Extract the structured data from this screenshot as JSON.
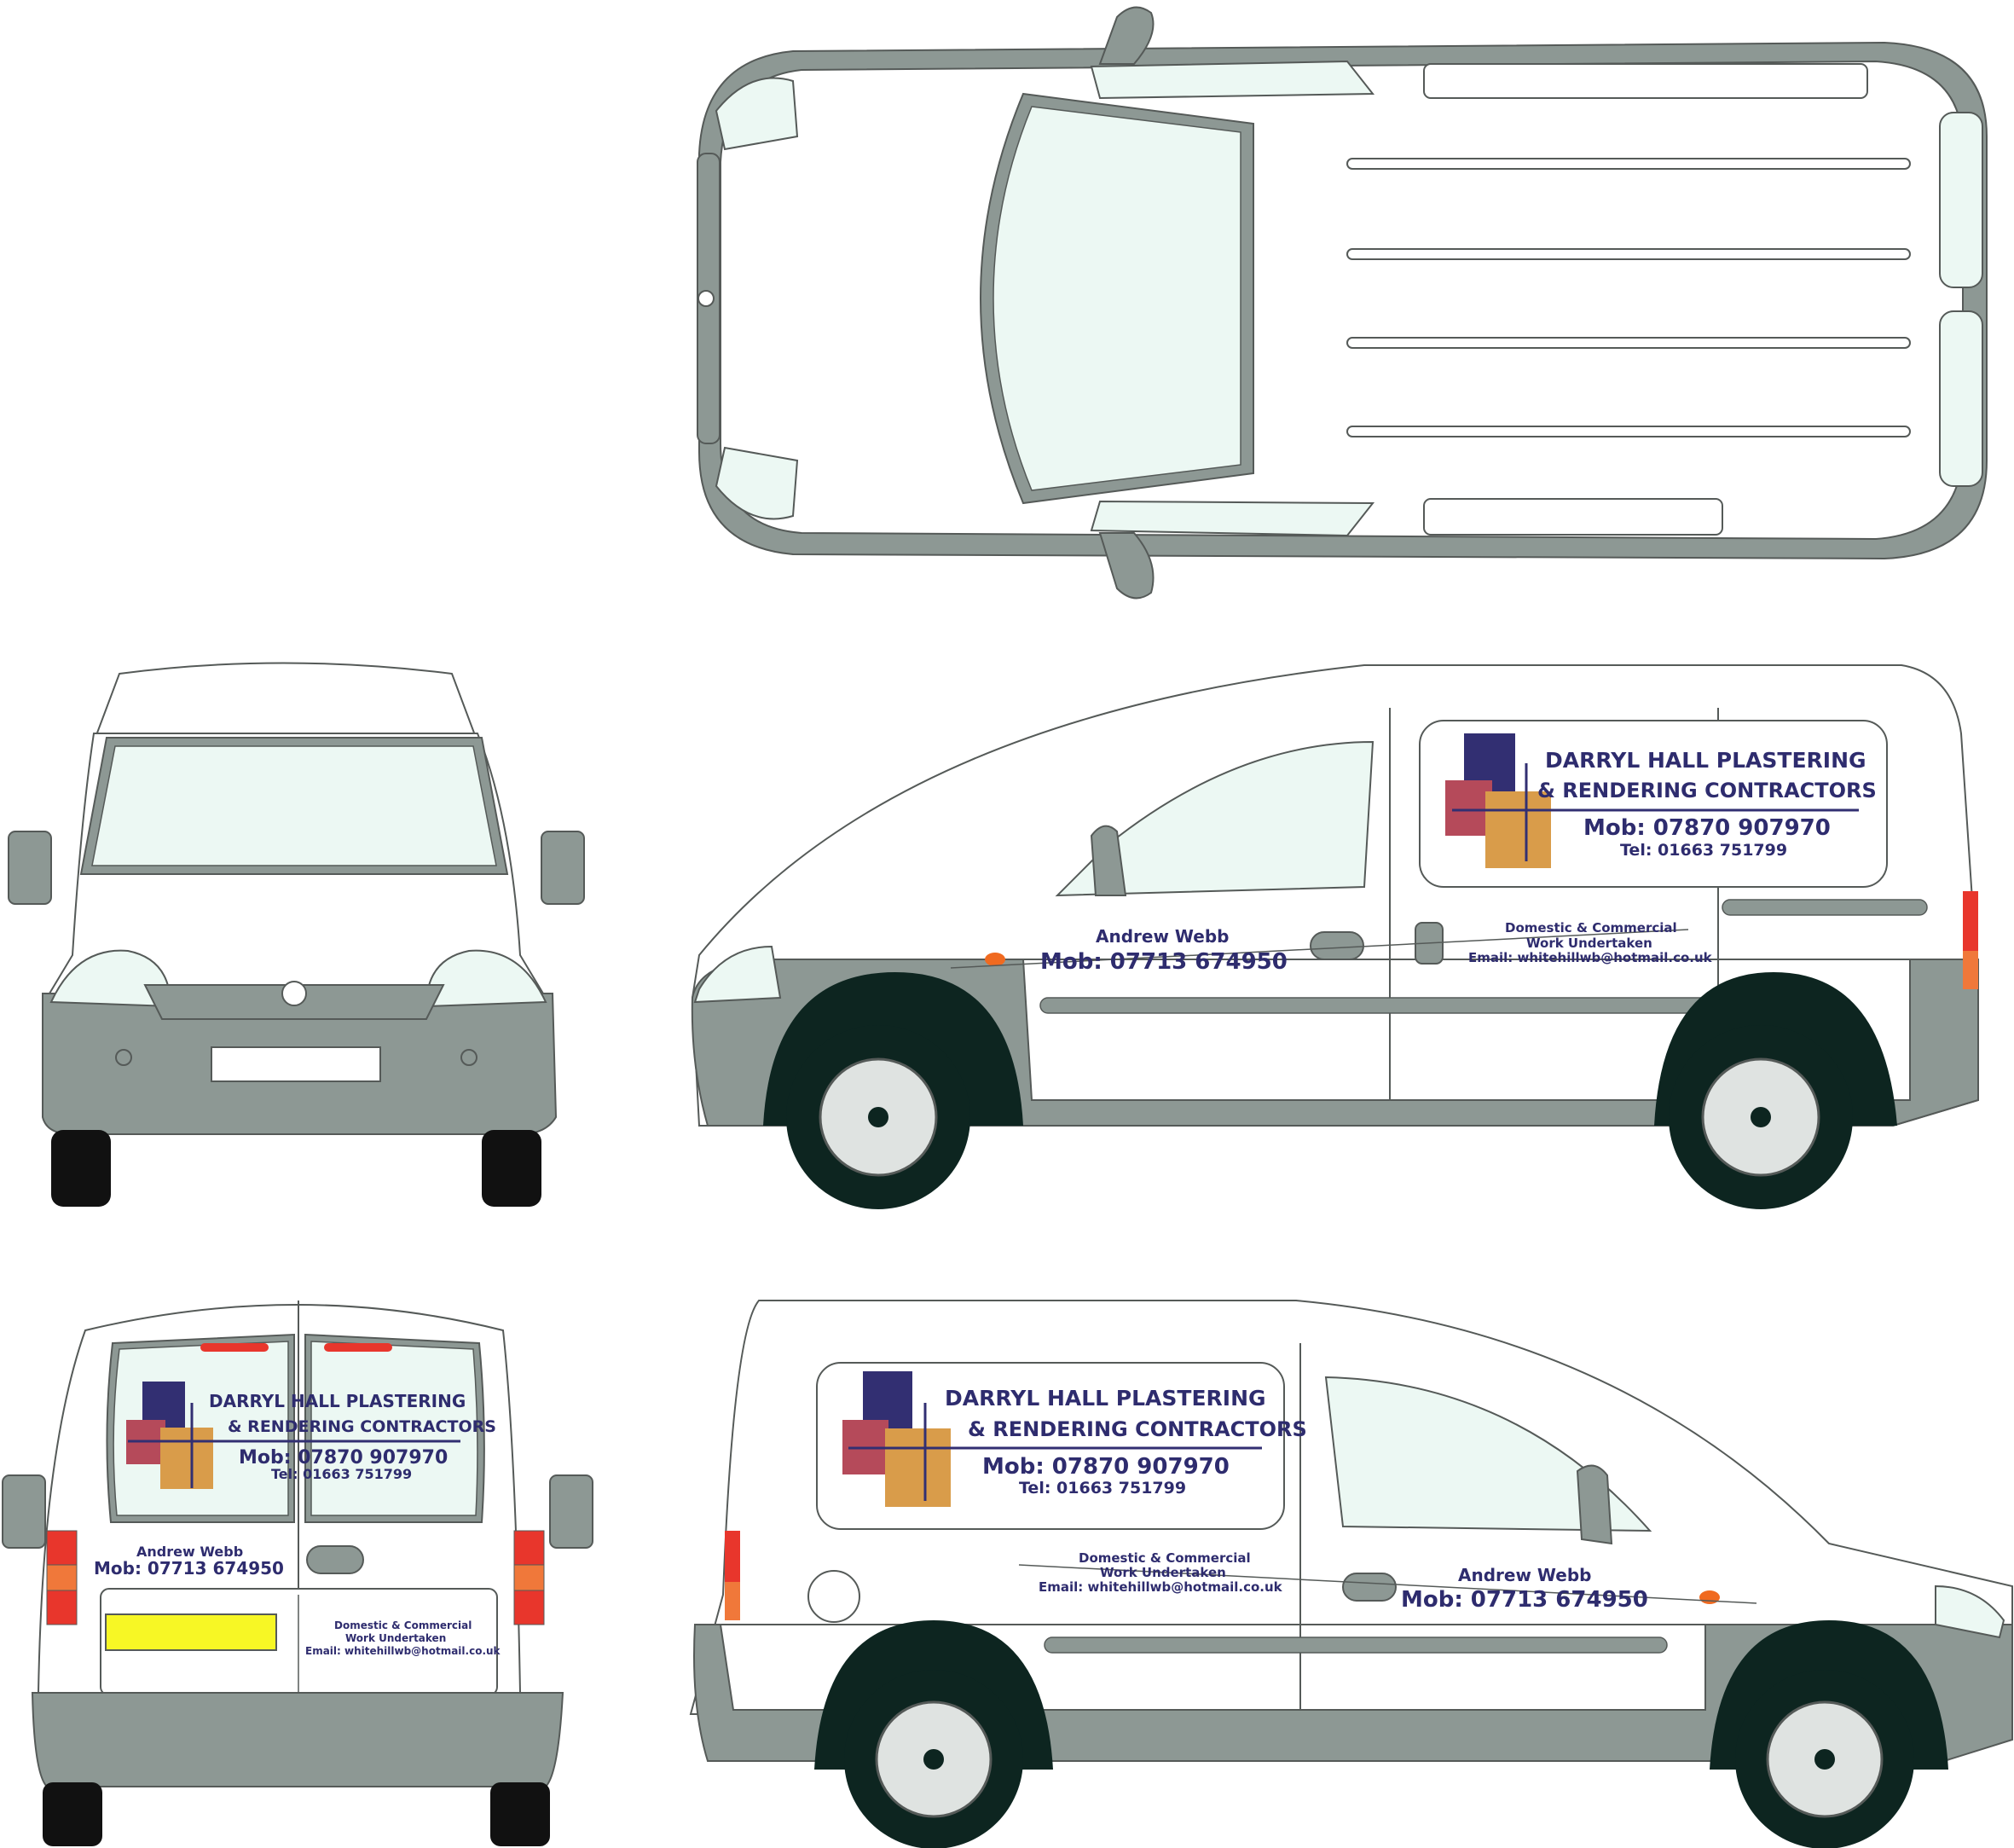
{
  "livery": {
    "company_line1": "DARRYL HALL PLASTERING",
    "company_line2": "& RENDERING CONTRACTORS",
    "mobile_main": "Mob: 07870 907970",
    "tel": "Tel: 01663 751799",
    "contact_name": "Andrew Webb",
    "contact_mobile": "Mob: 07713 674950",
    "services_line1": "Domestic & Commercial",
    "services_line2": "Work Undertaken",
    "email": "Email: whitehillwb@hotmail.co.uk"
  },
  "colors": {
    "body": "#ffffff",
    "outline": "#555a58",
    "bumper_grey": "#8d9894",
    "glass": "#ecf8f3",
    "tyre": "#0d2520",
    "text_navy": "#2e2c6e",
    "logo_navy": "#322f72",
    "logo_red": "#b54a5a",
    "logo_orange": "#d99c4a",
    "plate_yellow": "#f7f725",
    "lamp_red": "#e8362c",
    "lamp_orange": "#f0783a",
    "indicator": "#f06a20"
  }
}
